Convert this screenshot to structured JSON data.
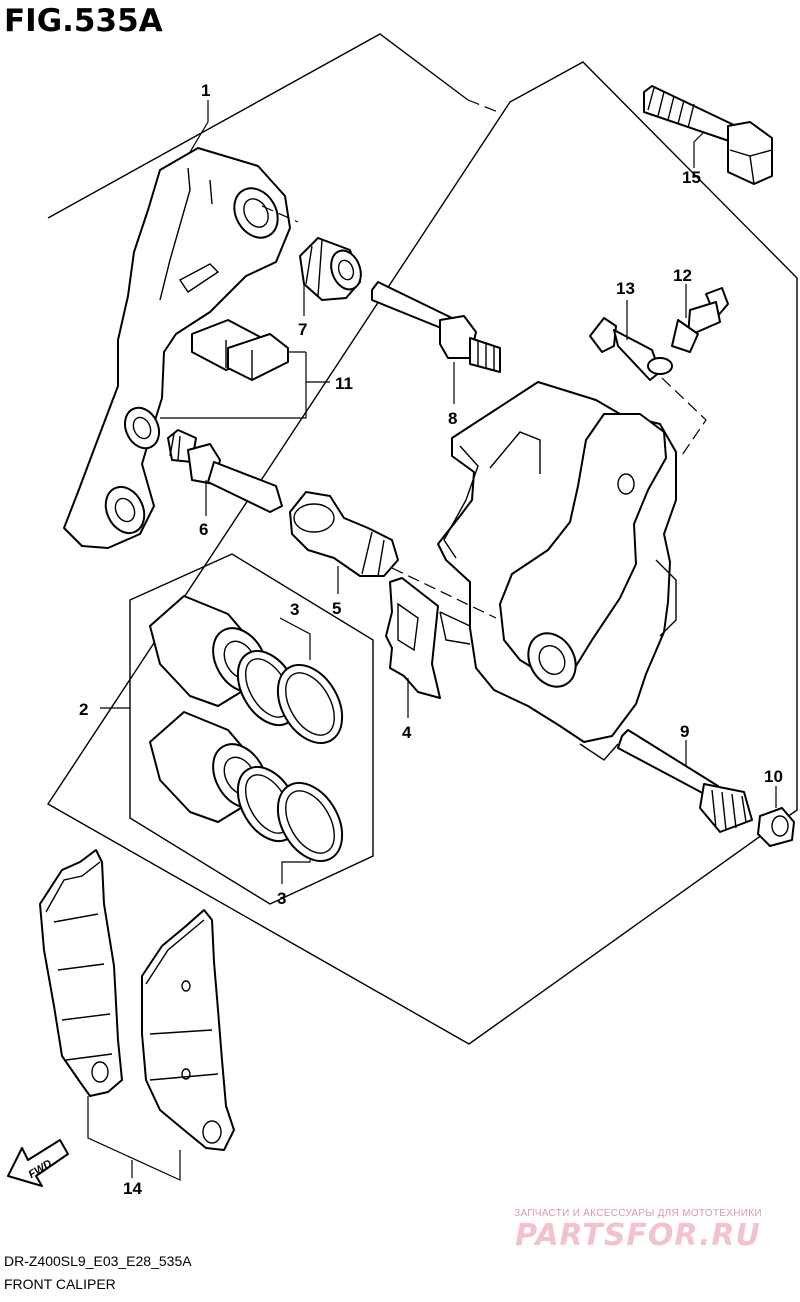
{
  "figure": {
    "title": "FIG.535A",
    "model_code": "DR-Z400SL9_E03_E28_535A",
    "caption": "FRONT CALIPER"
  },
  "callouts": {
    "c1": "1",
    "c2": "2",
    "c3a": "3",
    "c3b": "3",
    "c4": "4",
    "c5": "5",
    "c6": "6",
    "c7": "7",
    "c8": "8",
    "c9": "9",
    "c10": "10",
    "c11": "11",
    "c12": "12",
    "c13": "13",
    "c14": "14",
    "c15": "15"
  },
  "fwd_label": "FWD",
  "watermark": {
    "top": "ЗАПЧАСТИ И АКСЕССУАРЫ ДЛЯ МОТОТЕХНИКИ",
    "logo": "PARTSFOR.RU"
  }
}
